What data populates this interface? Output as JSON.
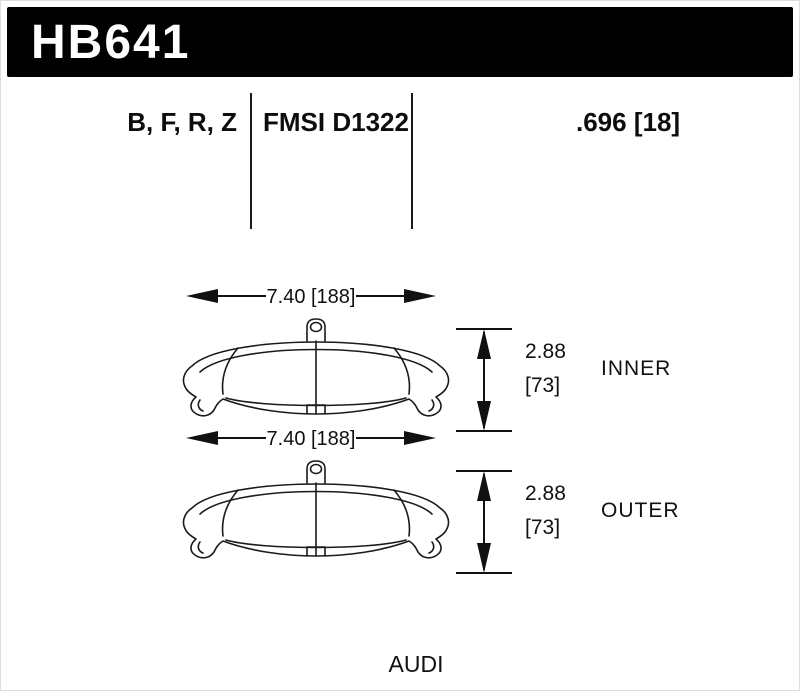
{
  "header": {
    "part_number": "HB641"
  },
  "spec_row": {
    "compounds": "B, F, R, Z",
    "fmsi": "FMSI D1322",
    "thickness": ".696 [18]"
  },
  "figures": [
    {
      "position": "inner",
      "width_dim": "7.40 [188]",
      "height_in": "2.88",
      "height_mm": "[73]",
      "label": "INNER"
    },
    {
      "position": "outer",
      "width_dim": "7.40 [188]",
      "height_in": "2.88",
      "height_mm": "[73]",
      "label": "OUTER"
    }
  ],
  "footer": {
    "make": "AUDI"
  },
  "colors": {
    "banner_bg": "#000000",
    "banner_text": "#ffffff",
    "line": "#1a1a1a"
  }
}
